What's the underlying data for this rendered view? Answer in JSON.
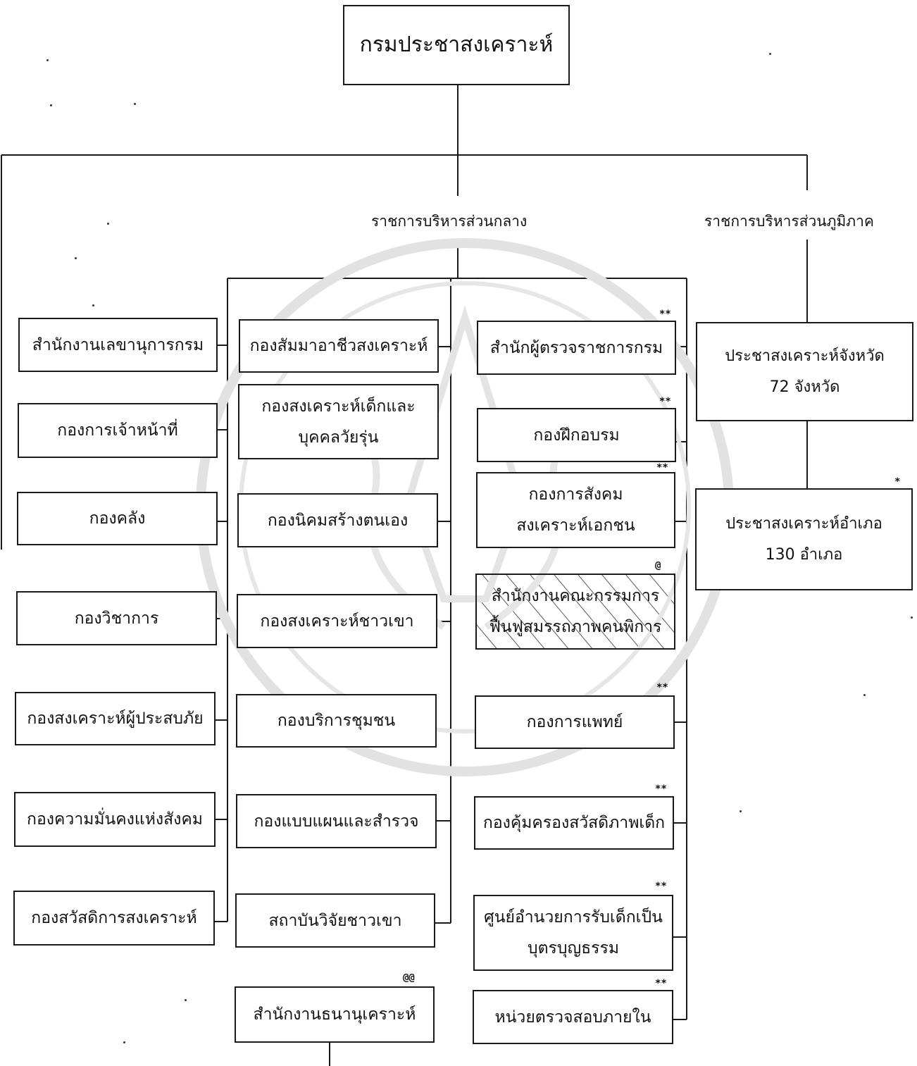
{
  "top": "กรมประชาสงเคราะห์",
  "headers": {
    "central": "ราชการบริหารส่วนกลาง",
    "provincial": "ราชการบริหารส่วนภูมิภาค"
  },
  "left_units": [
    "สำนักงานเลขานุการกรม",
    "กองการเจ้าหน้าที่",
    "กองคลัง",
    "กองวิชาการ",
    "กองสงเคราะห์ผู้ประสบภัย",
    "กองความมั่นคงแห่งสังคม",
    "กองสวัสดิการสงเคราะห์"
  ],
  "middle_units": {
    "u1": "กองสัมมาอาชีวสงเคราะห์",
    "u2": [
      "กองสงเคราะห์เด็กและ",
      "บุคคลวัยรุ่น"
    ],
    "u3": "กองนิคมสร้างตนเอง",
    "u4": "กองสงเคราะห์ชาวเขา",
    "u5": "กองบริการชุมชน",
    "u6": "กองแบบแผนและสำรวจ",
    "u7": "สถาบันวิจัยชาวเขา",
    "u8": "สำนักงานธนานุเคราะห์",
    "u8_mark": "@@"
  },
  "right_units": {
    "r1": "สำนักผู้ตรวจราชการกรม",
    "r2": "กองฝึกอบรม",
    "r3": [
      "กองการสังคม",
      "สงเคราะห์เอกชน"
    ],
    "r4": [
      "สำนักงานคณะกรรมการ",
      "ฟื้นฟูสมรรถภาพคนพิการ"
    ],
    "r5": "กองการแพทย์",
    "r6": "กองคุ้มครองสวัสดิภาพเด็ก",
    "r7": [
      "ศูนย์อำนวยการรับเด็กเป็น",
      "บุตรบุญธรรม"
    ],
    "r8": "หน่วยตรวจสอบภายใน",
    "mark_star2": "**",
    "mark_at": "@"
  },
  "provincial_units": {
    "p1": [
      "ประชาสงเคราะห์จังหวัด",
      "72 จังหวัด"
    ],
    "p2": [
      "ประชาสงเคราะห์อำเภอ",
      "130 อำเภอ"
    ],
    "p2_mark": "*"
  }
}
